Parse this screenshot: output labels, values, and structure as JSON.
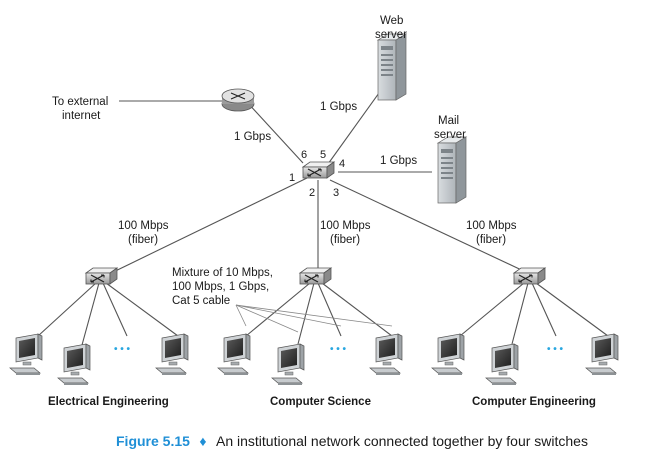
{
  "caption": {
    "figure_label": "Figure 5.15",
    "separator": "♦",
    "text": "An institutional network connected together by four switches"
  },
  "labels": {
    "to_external": "To external",
    "internet": "internet",
    "web": "Web",
    "web_server": "server",
    "mail": "Mail",
    "mail_server": "server",
    "gbps_router": "1 Gbps",
    "gbps_web": "1 Gbps",
    "gbps_mail": "1 Gbps",
    "left_speed": "100 Mbps",
    "left_medium": "(fiber)",
    "mid_speed": "100 Mbps",
    "mid_medium": "(fiber)",
    "right_speed": "100 Mbps",
    "right_medium": "(fiber)",
    "mixture_1": "Mixture of 10 Mbps,",
    "mixture_2": "100 Mbps, 1 Gbps,",
    "mixture_3": "Cat 5 cable",
    "ellipsis": "• • •"
  },
  "ports": {
    "p1": "1",
    "p2": "2",
    "p3": "3",
    "p4": "4",
    "p5": "5",
    "p6": "6"
  },
  "departments": {
    "ee": "Electrical Engineering",
    "cs": "Computer Science",
    "ce": "Computer Engineering"
  },
  "colors": {
    "caption_blue": "#1f8fd6",
    "dots_blue": "#2aa7e0"
  },
  "icons": [
    "router-icon",
    "switch-icon",
    "server-icon",
    "computer-icon"
  ]
}
